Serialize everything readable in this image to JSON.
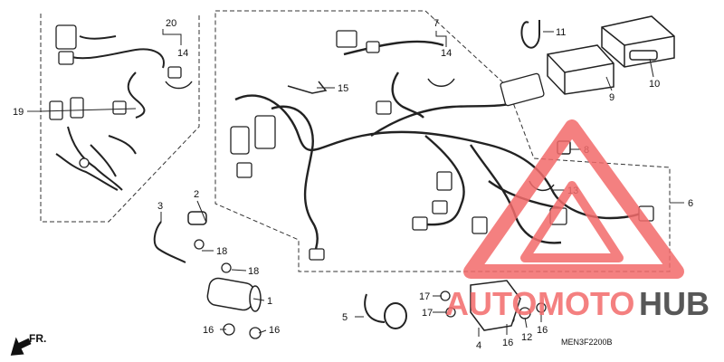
{
  "diagram": {
    "diagram_code": "MEN3F2200B",
    "front_direction_label": "FR.",
    "callouts": [
      "1",
      "2",
      "3",
      "4",
      "5",
      "6",
      "7",
      "8",
      "9",
      "10",
      "11",
      "12",
      "13",
      "14",
      "14",
      "15",
      "16",
      "16",
      "16",
      "16",
      "17",
      "17",
      "18",
      "18",
      "19",
      "20"
    ]
  },
  "watermark": {
    "word_left": "AUTO",
    "word_mid": "MOTO",
    "word_right": "HUB",
    "color_primary": "#f36b6b",
    "color_dark": "#3a3a3a"
  }
}
